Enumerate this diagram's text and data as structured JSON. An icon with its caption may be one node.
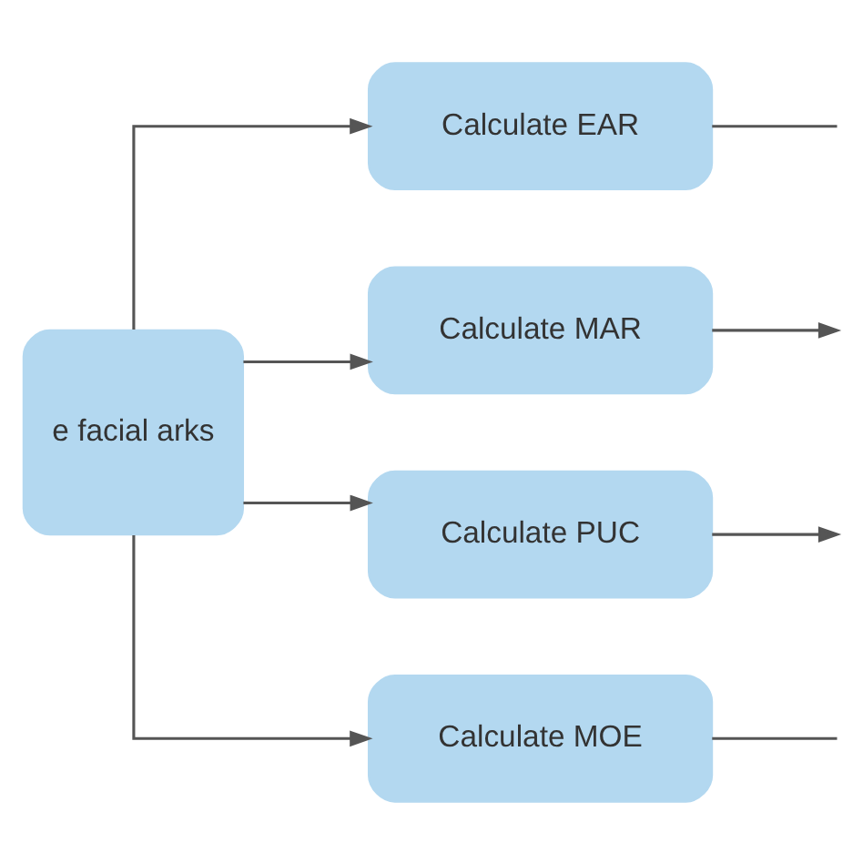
{
  "diagram": {
    "nodes": [
      {
        "text": [
          "e facial arks"
        ]
      },
      {
        "text": [
          "Calculate EAR"
        ]
      },
      {
        "text": [
          "Calculate MAR"
        ]
      },
      {
        "text": [
          "Calculate PUC"
        ]
      },
      {
        "text": [
          "Calculate MOE"
        ]
      }
    ],
    "edges": [
      {
        "from": 0,
        "to": 1,
        "arrow": "to"
      },
      {
        "from": 0,
        "to": 2,
        "arrow": "to"
      },
      {
        "from": 0,
        "to": 3,
        "arrow": "to"
      },
      {
        "from": 0,
        "to": 4,
        "arrow": "to"
      },
      {
        "from": 1,
        "to": null,
        "arrow": "none"
      },
      {
        "from": 2,
        "to": null,
        "arrow": "to"
      },
      {
        "from": 3,
        "to": null,
        "arrow": "to"
      },
      {
        "from": 4,
        "to": null,
        "arrow": "none"
      }
    ]
  }
}
